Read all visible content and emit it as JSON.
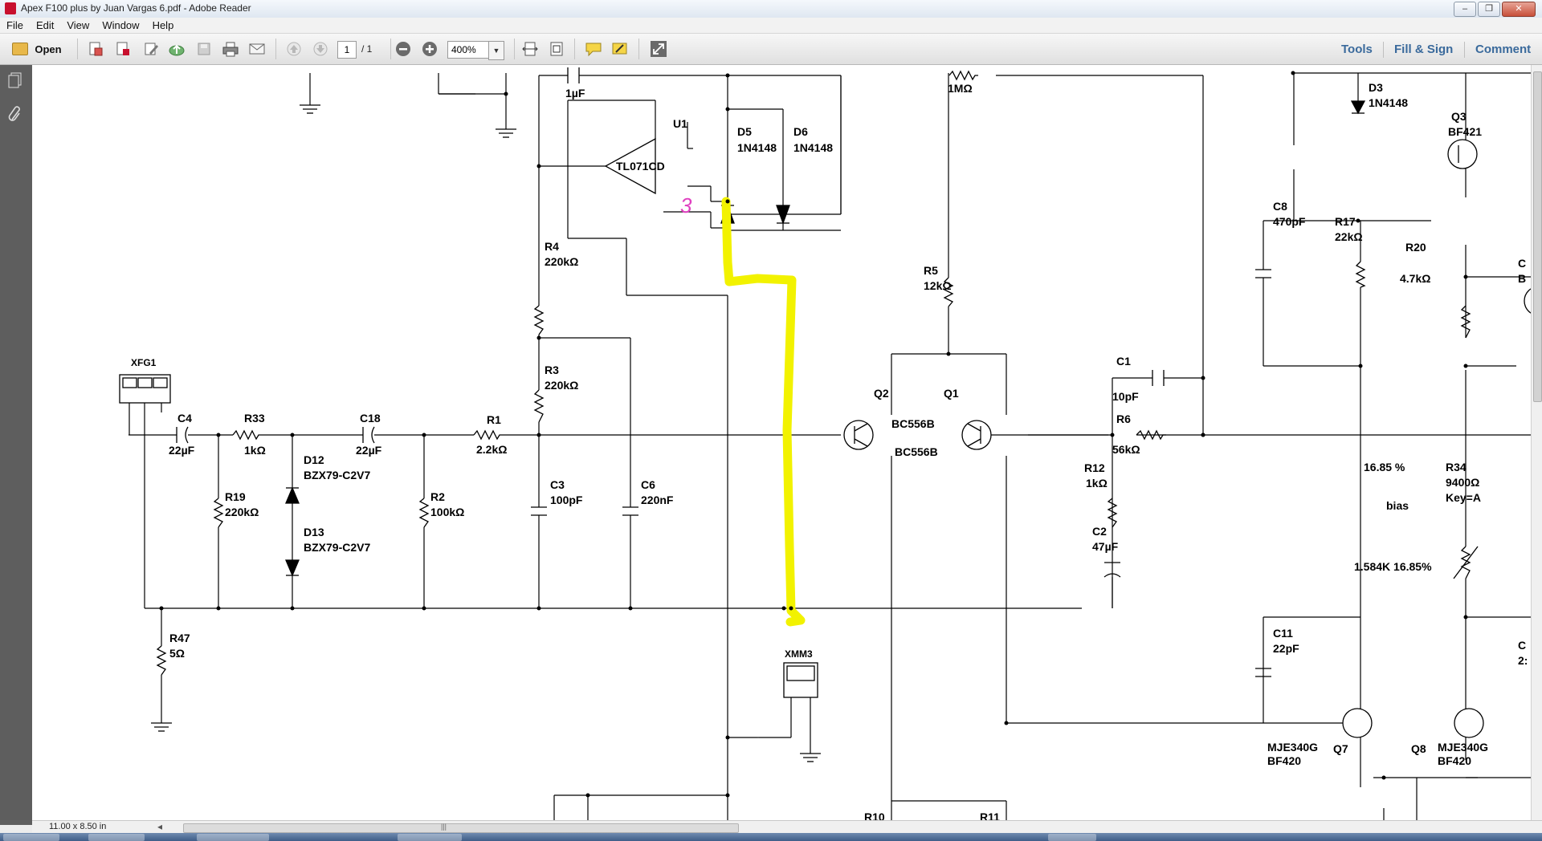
{
  "window": {
    "title": "Apex F100 plus by Juan Vargas 6.pdf - Adobe Reader",
    "min": "–",
    "max": "❐",
    "close": "✕"
  },
  "menu": [
    "File",
    "Edit",
    "View",
    "Window",
    "Help"
  ],
  "toolbar": {
    "open_label": "Open",
    "page_current": "1",
    "page_total": "/ 1",
    "zoom": "400%",
    "zoom_arrow": "▼",
    "tools_label": "Tools",
    "fill_sign_label": "Fill & Sign",
    "comment_label": "Comment"
  },
  "status": {
    "page_size": "11.00 x 8.50 in",
    "scroll_left_arrow": "◂",
    "scroll_grip": "|||"
  },
  "schematic": {
    "labels": {
      "xfg1": "XFG1",
      "c4": "C4",
      "c4_val": "22µF",
      "r33": "R33",
      "r33_val": "1kΩ",
      "r19": "R19",
      "r19_val": "220kΩ",
      "d12": "D12",
      "d12_val": "BZX79-C2V7",
      "d13": "D13",
      "d13_val": "BZX79-C2V7",
      "c18": "C18",
      "c18_val": "22µF",
      "r2": "R2",
      "r2_val": "100kΩ",
      "r1": "R1",
      "r1_val": "2.2kΩ",
      "r47": "R47",
      "r47_val": "5Ω",
      "c_top_val": "1µF",
      "u1": "U1",
      "u1_val": "TL071CD",
      "d5": "D5",
      "d5_val": "1N4148",
      "d6": "D6",
      "d6_val": "1N4148",
      "marker": "3",
      "r4": "R4",
      "r4_val": "220kΩ",
      "r3": "R3",
      "r3_val": "220kΩ",
      "c3": "C3",
      "c3_val": "100pF",
      "c6": "C6",
      "c6_val": "220nF",
      "r5": "R5",
      "r5_val": "12kΩ",
      "r_top_val": "1MΩ",
      "q2": "Q2",
      "q1": "Q1",
      "bc1": "BC556B",
      "bc2": "BC556B",
      "c1": "C1",
      "c1_val": "10pF",
      "r6": "R6",
      "r6_val": "56kΩ",
      "r12": "R12",
      "r12_val": "1kΩ",
      "c2": "C2",
      "c2_val": "47µF",
      "xmm3": "XMM3",
      "d3": "D3",
      "d3_val": "1N4148",
      "q3": "Q3",
      "q3_val": "BF421",
      "c8": "C8",
      "c8_val": "470pF",
      "r17": "R17",
      "r17_val": "22kΩ",
      "r20": "R20",
      "r20_val": "4.7kΩ",
      "pct1": "16.85 %",
      "r34": "R34",
      "r34_val": "9400Ω",
      "r34_key": "Key=A",
      "bias": "bias",
      "bias_vals": "1.584K  16.85%",
      "c11": "C11",
      "c11_val": "22pF",
      "q7": "Q7",
      "q8": "Q8",
      "q7_val1": "MJE340G",
      "q7_val2": "BF420",
      "q8_val1": "MJE340G",
      "q8_val2": "BF420",
      "r10": "R10",
      "r11": "R11",
      "cut_c": "C",
      "cut_b": "B",
      "cut_c2": "C",
      "cut_22": "2:"
    }
  }
}
